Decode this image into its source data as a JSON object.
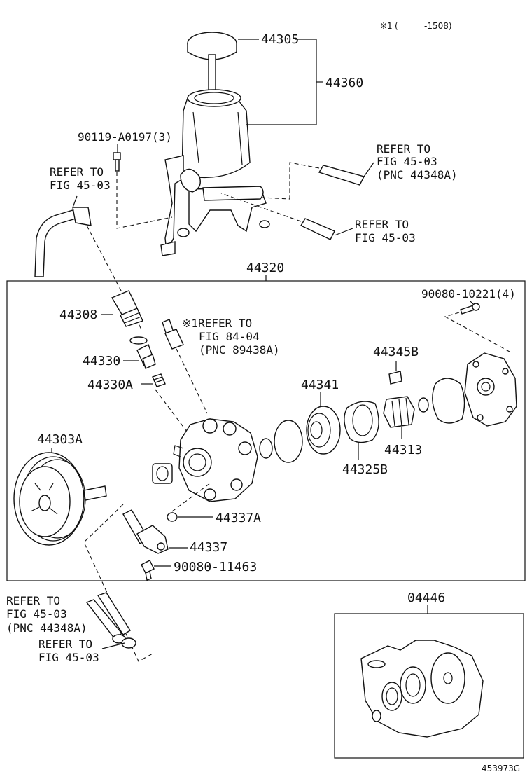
{
  "note": {
    "mark": "※1",
    "open": "(",
    "range": "-1508)"
  },
  "labels": {
    "p44305": "44305",
    "p44360": "44360",
    "p90119": "90119-A0197(3)",
    "ref_top_right": [
      "REFER TO",
      "FIG 45-03",
      "(PNC 44348A)"
    ],
    "ref_top_left": [
      "REFER TO",
      "FIG 45-03"
    ],
    "ref_mid_right": [
      "REFER TO",
      "FIG 45-03"
    ],
    "p44320": "44320",
    "p90080_10221": "90080-10221(4)",
    "p44308": "44308",
    "ref_sensor": [
      "※1REFER TO",
      "FIG 84-04",
      "(PNC 89438A)"
    ],
    "p44330": "44330",
    "p44330A": "44330A",
    "p44345B": "44345B",
    "p44341": "44341",
    "p44303A": "44303A",
    "p44313": "44313",
    "p44325B": "44325B",
    "p44337A": "44337A",
    "p44337": "44337",
    "p90080_11463": "90080-11463",
    "ref_bottom_left": [
      "REFER TO",
      "FIG 45-03",
      "(PNC 44348A)"
    ],
    "ref_bottom_left2": [
      "REFER TO",
      "FIG 45-03"
    ],
    "p04446": "04446",
    "figure_id": "453973G"
  }
}
